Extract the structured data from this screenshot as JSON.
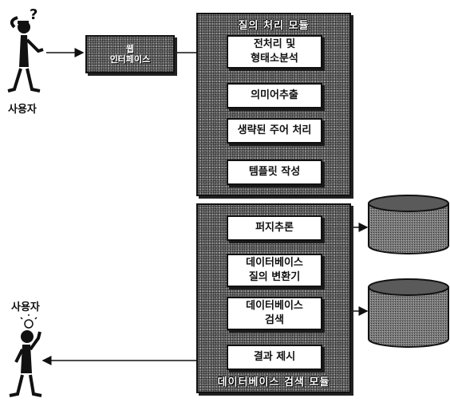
{
  "web_interface": {
    "line1": "웹",
    "line2": "인터페이스"
  },
  "question_module": {
    "title": "질의 처리 모듈",
    "steps": [
      "전처리 및\n형태소분석",
      "의미어추출",
      "생략된 주어 처리",
      "템플릿 작성"
    ]
  },
  "db_module": {
    "title": "데이터베이스 검색 모듈",
    "steps": [
      "퍼지추론",
      "데이터베이스\n질의 변환기",
      "데이터베이스\n검색",
      "결과 제시"
    ]
  },
  "users": {
    "input_label": "사용자",
    "output_label": "사용자"
  },
  "colors": {
    "stroke": "#111111",
    "fill_dark": "#6e6e6e",
    "box": "#ffffff"
  }
}
